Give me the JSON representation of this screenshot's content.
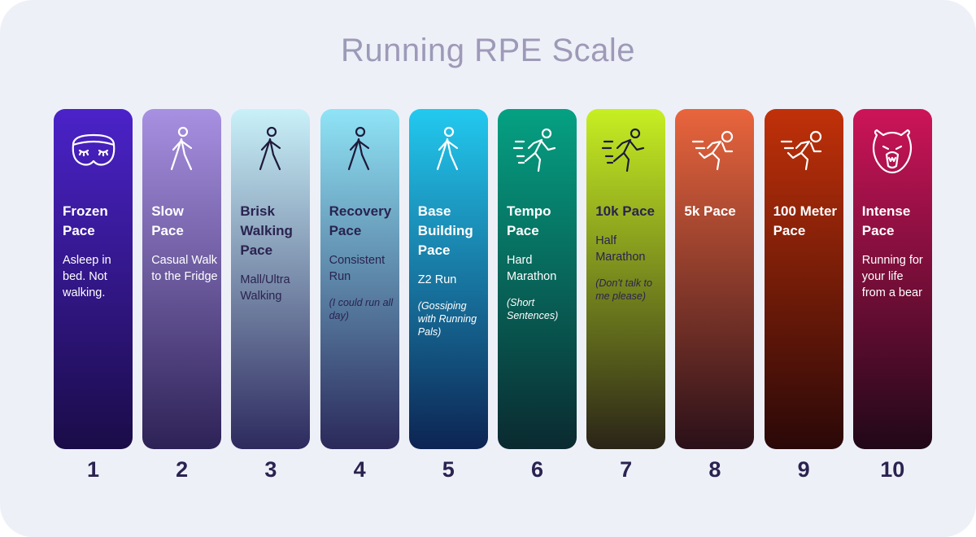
{
  "title": "Running RPE Scale",
  "levels": [
    {
      "number": "1",
      "name": "Frozen Pace",
      "description": "Asleep in bed. Not walking.",
      "note": "",
      "icon": "sleep-mask-icon",
      "colors": [
        "#4b22c9",
        "#1a0c48"
      ],
      "text": "light"
    },
    {
      "number": "2",
      "name": "Slow Pace",
      "description": "Casual Walk to the Fridge",
      "note": "",
      "icon": "walking-person-icon",
      "colors": [
        "#a890e2",
        "#2d2256"
      ],
      "text": "light"
    },
    {
      "number": "3",
      "name": "Brisk Walking Pace",
      "description": "Mall/Ultra Walking",
      "note": "",
      "icon": "walking-person-icon",
      "colors": [
        "#c9f1f9",
        "#2d2a5e"
      ],
      "text": "dark"
    },
    {
      "number": "4",
      "name": "Recovery Pace",
      "description": "Consistent Run",
      "note": "(I could run all day)",
      "icon": "walking-person-icon",
      "colors": [
        "#8fe4f6",
        "#2b295a"
      ],
      "text": "dark"
    },
    {
      "number": "5",
      "name": "Base Building Pace",
      "description": "Z2 Run",
      "note": "(Gossiping with Running Pals)",
      "icon": "walking-person-icon",
      "colors": [
        "#22c9ef",
        "#0d2453"
      ],
      "text": "light"
    },
    {
      "number": "6",
      "name": "Tempo Pace",
      "description": "Hard Marathon",
      "note": "(Short Sentences)",
      "icon": "running-person-icon",
      "colors": [
        "#05a183",
        "#0a2a30"
      ],
      "text": "light"
    },
    {
      "number": "7",
      "name": "10k Pace",
      "description": "Half Marathon",
      "note": "(Don't talk to me please)",
      "icon": "running-person-icon",
      "colors": [
        "#c7ef22",
        "#2a2418"
      ],
      "text": "dark"
    },
    {
      "number": "8",
      "name": "5k Pace",
      "description": "",
      "note": "",
      "icon": "sprinting-person-icon",
      "colors": [
        "#e9653d",
        "#2a1019"
      ],
      "text": "light"
    },
    {
      "number": "9",
      "name": "100 Meter Pace",
      "description": "",
      "note": "",
      "icon": "sprinting-person-icon",
      "colors": [
        "#c13109",
        "#2a0808"
      ],
      "text": "light"
    },
    {
      "number": "10",
      "name": "Intense Pace",
      "description": "Running for your life from a bear",
      "note": "",
      "icon": "bear-icon",
      "colors": [
        "#cd1459",
        "#200818"
      ],
      "text": "light"
    }
  ]
}
